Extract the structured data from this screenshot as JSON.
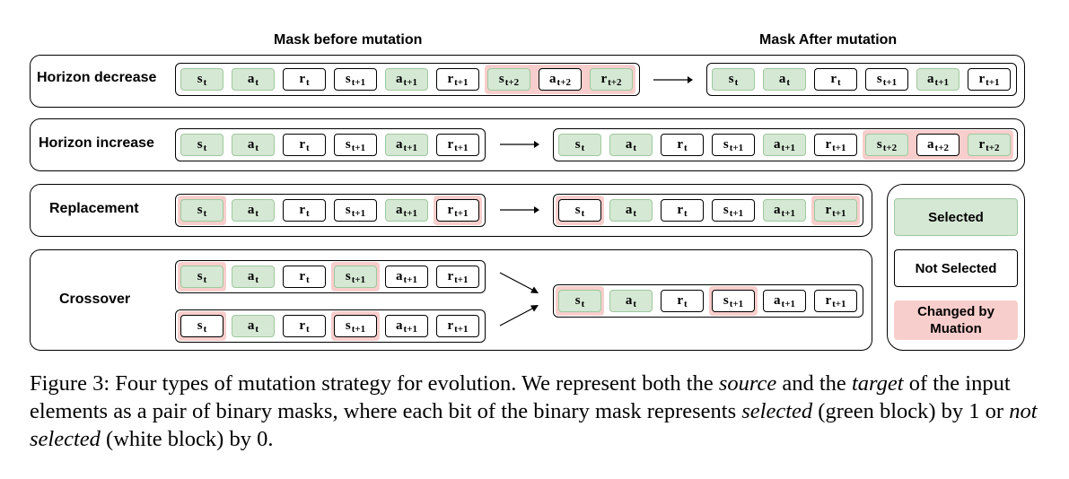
{
  "headers": {
    "before": "Mask before mutation",
    "after": "Mask After mutation"
  },
  "panels": {
    "horizon_decrease": "Horizon decrease",
    "horizon_increase": "Horizon increase",
    "replacement": "Replacement",
    "crossover": "Crossover"
  },
  "tokens": {
    "s_t": "s",
    "a_t": "a",
    "r_t": "r",
    "s_t1": "s",
    "a_t1": "a",
    "r_t1": "r",
    "s_t2": "s",
    "a_t2": "a",
    "r_t2": "r",
    "sub_t": "t",
    "sub_t1": "t+1",
    "sub_t2": "t+2"
  },
  "legend": {
    "selected": "Selected",
    "not_selected": "Not Selected",
    "changed": "Changed by Muation"
  },
  "colors": {
    "selected_fill": "#d5e8d4",
    "changed_fill": "#f8cecc",
    "not_selected_fill": "#ffffff"
  },
  "caption": {
    "prefix": "Figure 3: Four types of mutation strategy for evolution. We represent both the ",
    "source": "source",
    "mid1": " and the ",
    "target": "target",
    "mid2": " of the input elements as a pair of binary masks, where each bit of the binary mask represents ",
    "selected": "selected",
    "mid3": " (green block) by 1 or ",
    "not_selected": "not selected",
    "suffix": " (white block) by 0."
  }
}
